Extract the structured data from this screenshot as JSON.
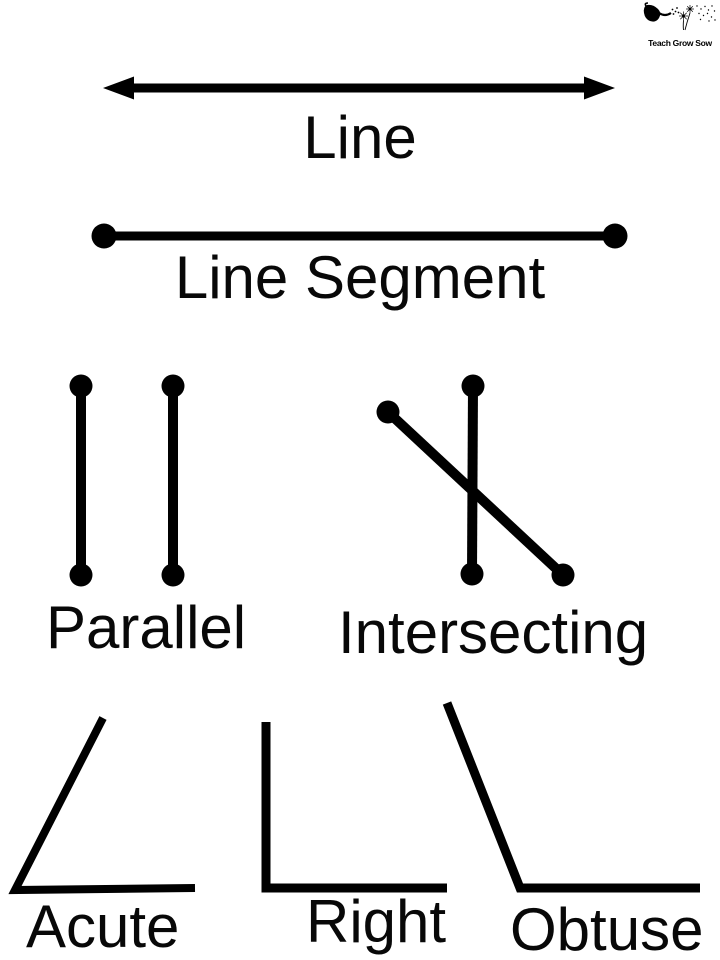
{
  "page": {
    "background": "#ffffff",
    "ink": "#000000"
  },
  "logo": {
    "brand": "Teach Grow Sow"
  },
  "figures": {
    "line": {
      "label": "Line"
    },
    "line_segment": {
      "label": "Line Segment"
    },
    "parallel": {
      "label": "Parallel"
    },
    "intersecting": {
      "label": "Intersecting"
    },
    "acute": {
      "label": "Acute"
    },
    "right": {
      "label": "Right"
    },
    "obtuse": {
      "label": "Obtuse"
    }
  }
}
